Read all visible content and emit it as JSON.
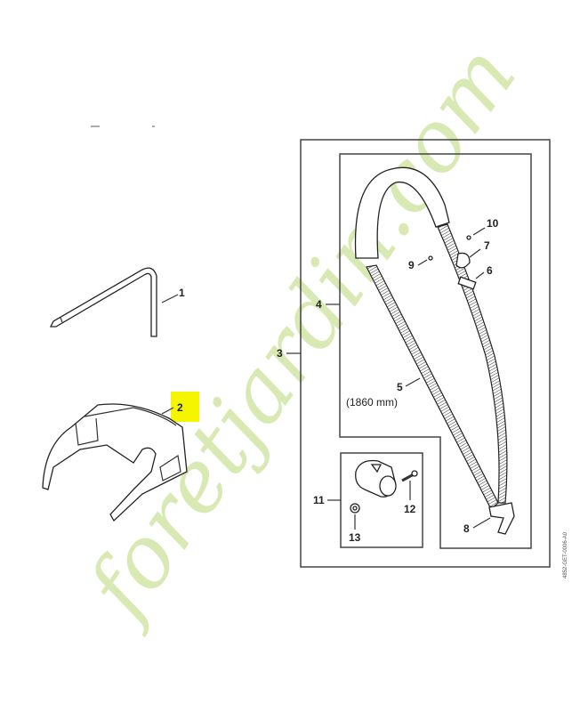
{
  "diagram": {
    "title_marks": [
      "—",
      "-"
    ],
    "highlighted_callout": "2",
    "highlight_color": "#f5f500",
    "callouts": [
      {
        "id": "1",
        "label": "1",
        "part": "allen-key"
      },
      {
        "id": "2",
        "label": "2",
        "part": "safety-glasses"
      },
      {
        "id": "3",
        "label": "3",
        "part": "harness-kit-outer-box"
      },
      {
        "id": "4",
        "label": "4",
        "part": "shoulder-strap-assembly"
      },
      {
        "id": "5",
        "label": "5",
        "part": "strap"
      },
      {
        "id": "6",
        "label": "6",
        "part": "buckle"
      },
      {
        "id": "7",
        "label": "7",
        "part": "slider"
      },
      {
        "id": "8",
        "label": "8",
        "part": "snap-hook"
      },
      {
        "id": "9",
        "label": "9",
        "part": "small-fastener"
      },
      {
        "id": "10",
        "label": "10",
        "part": "small-fastener"
      },
      {
        "id": "11",
        "label": "11",
        "part": "carrying-ring-kit"
      },
      {
        "id": "12",
        "label": "12",
        "part": "screw"
      },
      {
        "id": "13",
        "label": "13",
        "part": "nut"
      }
    ],
    "strap_length_note": "(1860 mm)",
    "drawing_code": "4852-GET-0006-A0"
  },
  "watermark": {
    "text": "foretjardin.com",
    "colors": {
      "green": "#d6e8b0",
      "orange": "#f7c98f",
      "grey": "#c8bfb6"
    }
  }
}
